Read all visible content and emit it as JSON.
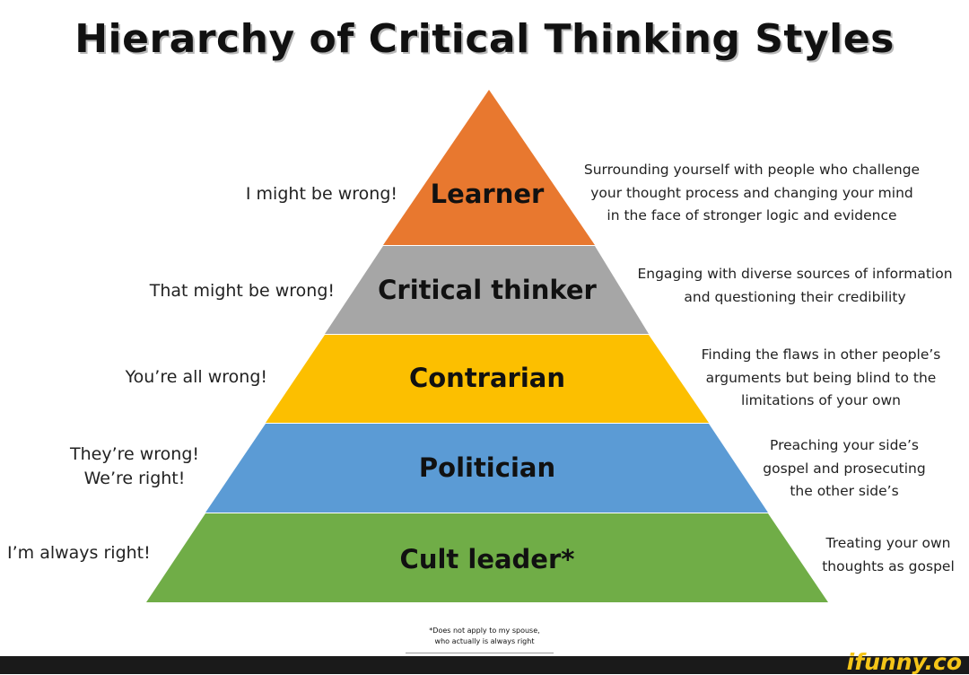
{
  "title": "Hierarchy of Critical Thinking Styles",
  "tiers": [
    {
      "label": "Learner",
      "color": "#e8782f",
      "quote": "I might be wrong!",
      "description": "Surrounding yourself with people who challenge\nyour thought process and changing your mind\nin the face of stronger logic and evidence"
    },
    {
      "label": "Critical thinker",
      "color": "#a6a6a6",
      "quote": "That might be wrong!",
      "description": "Engaging with diverse sources of information\nand questioning their credibility"
    },
    {
      "label": "Contrarian",
      "color": "#fcbf00",
      "quote": "You’re all wrong!",
      "description": "Finding the flaws in other people’s\narguments but being blind to the\nlimitations of your own"
    },
    {
      "label": "Politician",
      "color": "#5b9bd5",
      "quote": "They’re wrong!\nWe’re right!",
      "description": "Preaching your side’s\ngospel and prosecuting\nthe other side’s"
    },
    {
      "label": "Cult leader*",
      "color": "#70ad47",
      "quote": "I’m always right!",
      "description": "Treating your own\nthoughts as gospel"
    }
  ],
  "footnote": "*Does not apply to my spouse,\nwho actually is always right",
  "watermark": "ifunny.co"
}
